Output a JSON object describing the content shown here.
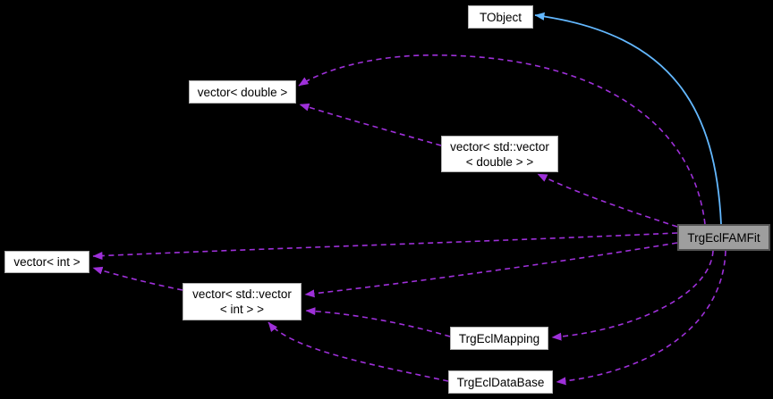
{
  "diagram": {
    "kind": "class-collaboration-graph",
    "background_color": "#000000",
    "colors": {
      "background": "#000000",
      "usage_edge": "#9e30d9",
      "inheritance_edge": "#63b8ff",
      "node_fill": "#ffffff",
      "node_border": "#b0b0b0",
      "node_text": "#000000",
      "current_node_fill": "#9e9e9e",
      "current_node_border": "#545454"
    },
    "nodes": {
      "tobject": {
        "label": "TObject",
        "kind": "class"
      },
      "vector_double": {
        "label": "vector< double >",
        "kind": "class"
      },
      "vector_vector_double": {
        "label": "vector< std::vector\n< double > >",
        "kind": "class"
      },
      "trgeclfamfit": {
        "label": "TrgEclFAMFit",
        "kind": "current-class"
      },
      "vector_int": {
        "label": "vector< int >",
        "kind": "class"
      },
      "vector_vector_int": {
        "label": "vector< std::vector\n< int > >",
        "kind": "class"
      },
      "trgeclmapping": {
        "label": "TrgEclMapping",
        "kind": "class"
      },
      "trgecldatabase": {
        "label": "TrgEclDataBase",
        "kind": "class"
      }
    },
    "edges": [
      {
        "from": "TrgEclFAMFit",
        "to": "TObject",
        "type": "inheritance",
        "style": "solid"
      },
      {
        "from": "TrgEclFAMFit",
        "to": "vector< double >",
        "type": "usage",
        "style": "dashed"
      },
      {
        "from": "vector< std::vector< double > >",
        "to": "vector< double >",
        "type": "usage",
        "style": "dashed"
      },
      {
        "from": "TrgEclFAMFit",
        "to": "vector< std::vector< double > >",
        "type": "usage",
        "style": "dashed"
      },
      {
        "from": "TrgEclFAMFit",
        "to": "vector< int >",
        "type": "usage",
        "style": "dashed"
      },
      {
        "from": "vector< std::vector< int > >",
        "to": "vector< int >",
        "type": "usage",
        "style": "dashed"
      },
      {
        "from": "TrgEclFAMFit",
        "to": "vector< std::vector< int > >",
        "type": "usage",
        "style": "dashed"
      },
      {
        "from": "TrgEclMapping",
        "to": "vector< std::vector< int > >",
        "type": "usage",
        "style": "dashed"
      },
      {
        "from": "TrgEclDataBase",
        "to": "vector< std::vector< int > >",
        "type": "usage",
        "style": "dashed"
      },
      {
        "from": "TrgEclFAMFit",
        "to": "TrgEclMapping",
        "type": "usage",
        "style": "dashed"
      },
      {
        "from": "TrgEclFAMFit",
        "to": "TrgEclDataBase",
        "type": "usage",
        "style": "dashed"
      }
    ]
  }
}
